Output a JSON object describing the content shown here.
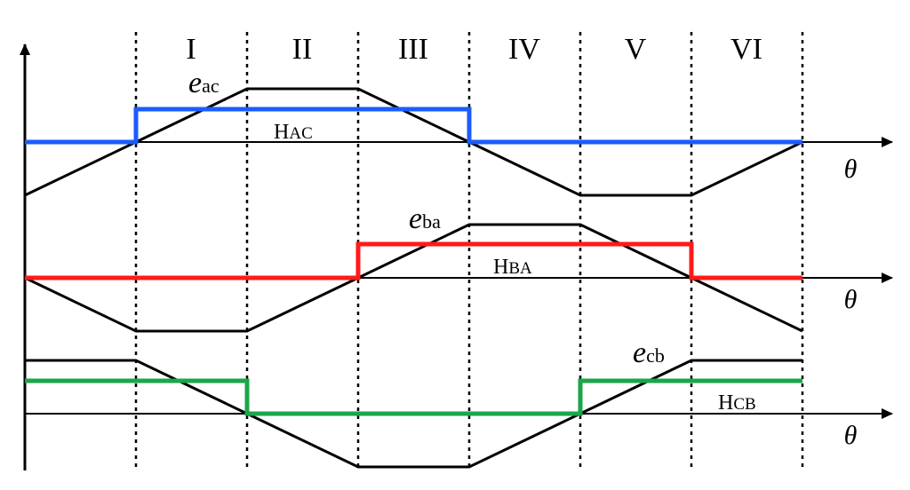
{
  "sectors": [
    "I",
    "II",
    "III",
    "IV",
    "V",
    "VI"
  ],
  "axes": [
    {
      "id": "ac",
      "axis_label": "θ"
    },
    {
      "id": "ba",
      "axis_label": "θ"
    },
    {
      "id": "cb",
      "axis_label": "θ"
    }
  ],
  "emf": [
    {
      "id": "ac",
      "symbol": "e",
      "subscript": "ac",
      "levels": [
        -1,
        0,
        1,
        1,
        0,
        -1,
        -1,
        0
      ]
    },
    {
      "id": "ba",
      "symbol": "e",
      "subscript": "ba",
      "levels": [
        0,
        -1,
        -1,
        0,
        1,
        1,
        0,
        -1
      ]
    },
    {
      "id": "cb",
      "symbol": "e",
      "subscript": "cb",
      "levels": [
        1,
        1,
        0,
        -1,
        -1,
        0,
        1,
        1
      ]
    }
  ],
  "hall": [
    {
      "id": "ac",
      "symbol": "H",
      "subscript": "AC",
      "color": "#1a5cff",
      "states": [
        0,
        1,
        1,
        1,
        0,
        0,
        0
      ]
    },
    {
      "id": "ba",
      "symbol": "H",
      "subscript": "BA",
      "color": "#ff1a1a",
      "states": [
        0,
        0,
        0,
        1,
        1,
        1,
        0
      ]
    },
    {
      "id": "cb",
      "symbol": "H",
      "subscript": "CB",
      "color": "#1aa64a",
      "states": [
        1,
        1,
        0,
        0,
        0,
        1,
        1
      ]
    }
  ]
}
